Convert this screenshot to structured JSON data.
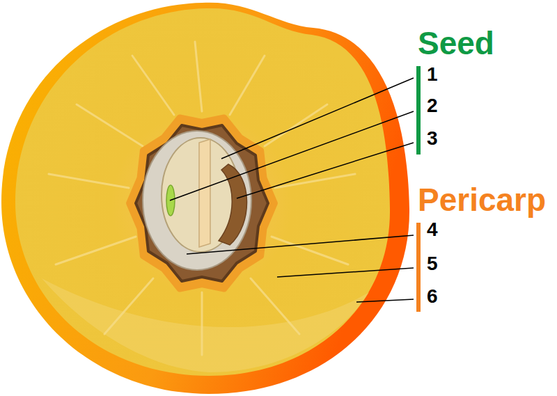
{
  "diagram": {
    "labels": [
      "Seed",
      "1",
      "2",
      "3",
      "Pericarp",
      "4",
      "5",
      "6"
    ]
  }
}
